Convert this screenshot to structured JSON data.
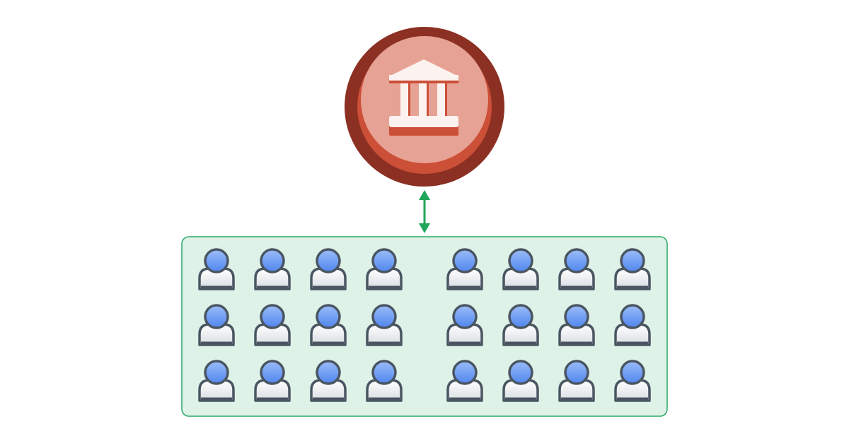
{
  "diagram": {
    "hub": {
      "icon": "bank-icon",
      "colors": {
        "ring": "#8b3022",
        "shadow": "#cc4f37",
        "face": "#e6a294",
        "glyph_light": "#fcf2ef",
        "glyph_dark": "#cc4f37"
      }
    },
    "connector": {
      "style": "double-arrow",
      "color": "#1fa65a"
    },
    "group": {
      "colors": {
        "fill": "#dff2e8",
        "border": "#2aa866"
      },
      "clusters": [
        {
          "rows": 3,
          "columns": 4,
          "member_icon": "user-icon"
        },
        {
          "rows": 3,
          "columns": 4,
          "member_icon": "user-icon"
        }
      ],
      "user_colors": {
        "outline": "#4a5562",
        "head_top": "#9bbcf8",
        "head_bottom": "#4f86ee",
        "body_top": "#ffffff",
        "body_bottom": "#d9dde2"
      }
    }
  }
}
